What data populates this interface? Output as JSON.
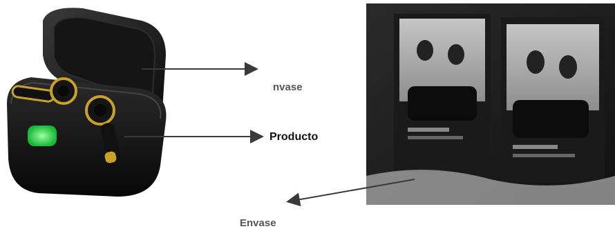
{
  "labels": {
    "top": "nvase",
    "middle": "Producto",
    "bottom": "Envase"
  },
  "colors": {
    "case_body": "#1a1a1a",
    "gold_accent": "#c9a227",
    "led_green": "#39e05a",
    "arrow": "#3a3a3a"
  }
}
